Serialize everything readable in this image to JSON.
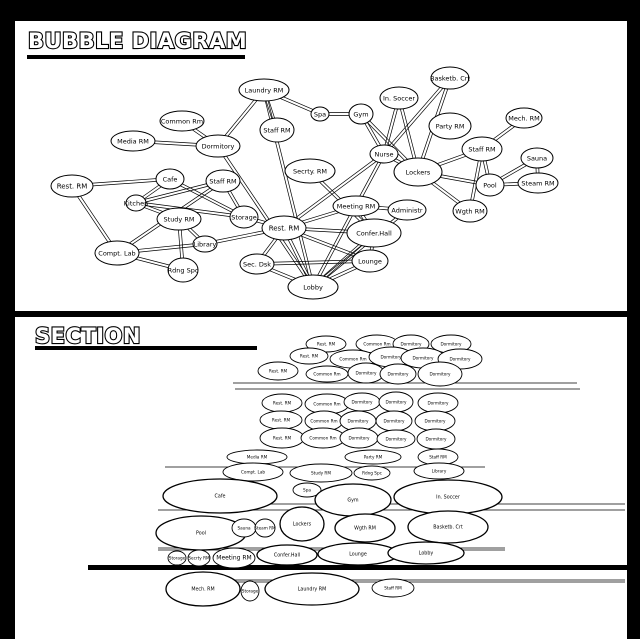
{
  "bubble_diagram": {
    "title": "BUBBLE DIAGRAM",
    "nodes": {
      "laundry": "Laundry RM",
      "spa": "Spa",
      "gym": "Gym",
      "in_soccer": "In. Soccer",
      "basketb": "Basketb. Crt",
      "common": "Common Rm",
      "dormitory": "Dormitory",
      "media": "Media RM",
      "staff1": "Staff RM",
      "party": "Party RM",
      "mech": "Mech. RM",
      "nurse": "Nurse",
      "staff2": "Staff RM",
      "sauna": "Sauna",
      "lockers": "Lockers",
      "rest1": "Rest. RM",
      "cafe": "Cafe",
      "staff3": "Staff RM",
      "secrty": "Secrty. RM",
      "pool": "Pool",
      "steam": "Steam RM",
      "kitchen": "Kitchen",
      "storage": "Storage",
      "meeting": "Meeting RM",
      "administr": "Administr",
      "study": "Study RM",
      "rest2": "Rest. RM",
      "confer": "Confer.Hall",
      "wgth": "Wgth RM",
      "library": "Library",
      "comptlab": "Compt. Lab",
      "lounge": "Lounge",
      "secdsk": "Sec. Dsk",
      "rdng": "Rdng Spc",
      "lobby": "Lobby"
    }
  },
  "section": {
    "title": "SECTION",
    "labels": {
      "rest": "Rest. RM",
      "common": "Common Rm",
      "dorm": "Dormitory",
      "media": "Media RM",
      "party": "Party RM",
      "staff": "Staff RM",
      "comptlab": "Compt. Lab",
      "study": "Study RM",
      "rdng": "Rdng Spc",
      "library": "Library",
      "cafe": "Cafe",
      "spa": "Spa",
      "gym": "Gym",
      "insoccer": "In. Soccer",
      "pool": "Pool",
      "sauna": "Sauna",
      "steam": "Steam RM",
      "lockers": "Lockers",
      "wgth": "Wgth RM",
      "basketb": "Basketb. Crt",
      "storage": "Storage",
      "secrty": "Secrty RM",
      "meeting": "Meeting RM",
      "confer": "Confer.Hall",
      "lounge": "Lounge",
      "lobby": "Lobby",
      "mech": "Mech. RM",
      "laundry": "Laundry RM"
    }
  }
}
